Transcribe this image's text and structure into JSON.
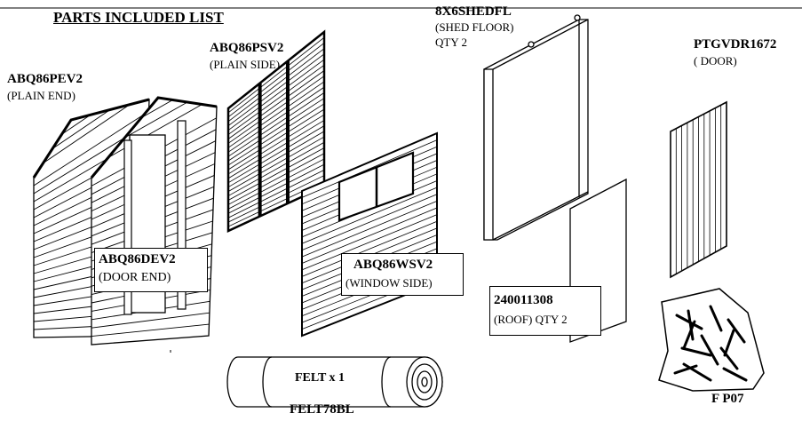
{
  "title": "PARTS INCLUDED LIST",
  "parts": {
    "plain_end": {
      "code": "ABQ86PEV2",
      "desc": "(PLAIN END)"
    },
    "plain_side": {
      "code": "ABQ86PSV2",
      "desc": "(PLAIN SIDE)"
    },
    "shed_floor": {
      "code": "8X6SHEDFL",
      "desc": "(SHED FLOOR)",
      "qty": "QTY 2"
    },
    "door": {
      "code": "PTGVDR1672",
      "desc": "( DOOR)"
    },
    "door_end": {
      "code": "ABQ86DEV2",
      "desc": "(DOOR END)"
    },
    "window_side": {
      "code": "ABQ86WSV2",
      "desc": "(WINDOW SIDE)"
    },
    "roof": {
      "code": "240011308",
      "desc": "(ROOF) QTY 2"
    },
    "felt": {
      "inner_label": "FELT x 1",
      "code": "FELT78BL"
    },
    "fixings": {
      "code": "F P07"
    }
  }
}
